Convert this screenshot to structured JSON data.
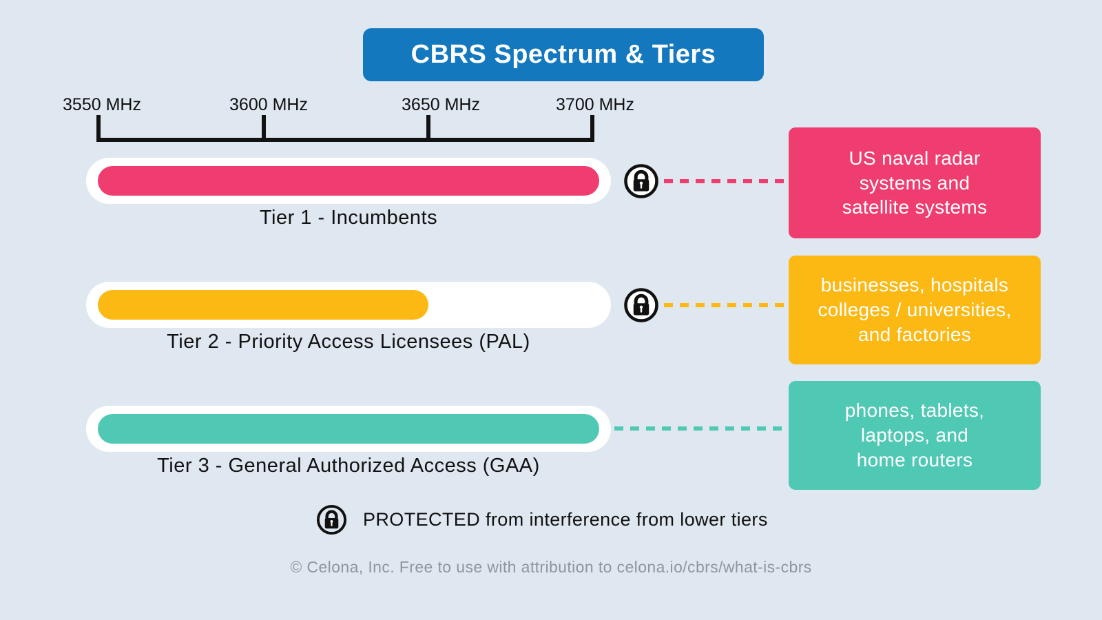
{
  "title": "CBRS Spectrum & Tiers",
  "colors": {
    "background": "#dfe8f1",
    "title_bg": "#1478be",
    "tier1_pink": "#ee3d6e",
    "tier2_yellow": "#fcb813",
    "tier3_teal": "#4fc8b4",
    "text_dark": "#111111",
    "footer_gray": "#8f959e"
  },
  "axis": {
    "ticks": [
      "3550 MHz",
      "3600 MHz",
      "3650 MHz",
      "3700 MHz"
    ]
  },
  "tiers": [
    {
      "label": "Tier 1 - Incumbents",
      "range_mhz": [
        3550,
        3700
      ],
      "locked": true,
      "box_text": "US naval radar\nsystems and\nsatellite systems"
    },
    {
      "label": "Tier 2 - Priority Access Licensees (PAL)",
      "range_mhz": [
        3550,
        3650
      ],
      "locked": true,
      "box_text": "businesses, hospitals\ncolleges / universities,\nand factories"
    },
    {
      "label": "Tier 3 - General Authorized Access (GAA)",
      "range_mhz": [
        3550,
        3700
      ],
      "locked": false,
      "box_text": "phones, tablets,\nlaptops, and\nhome routers"
    }
  ],
  "legend": {
    "text": "PROTECTED from interference from lower tiers"
  },
  "footer": "© Celona, Inc. Free to use with attribution to celona.io/cbrs/what-is-cbrs"
}
